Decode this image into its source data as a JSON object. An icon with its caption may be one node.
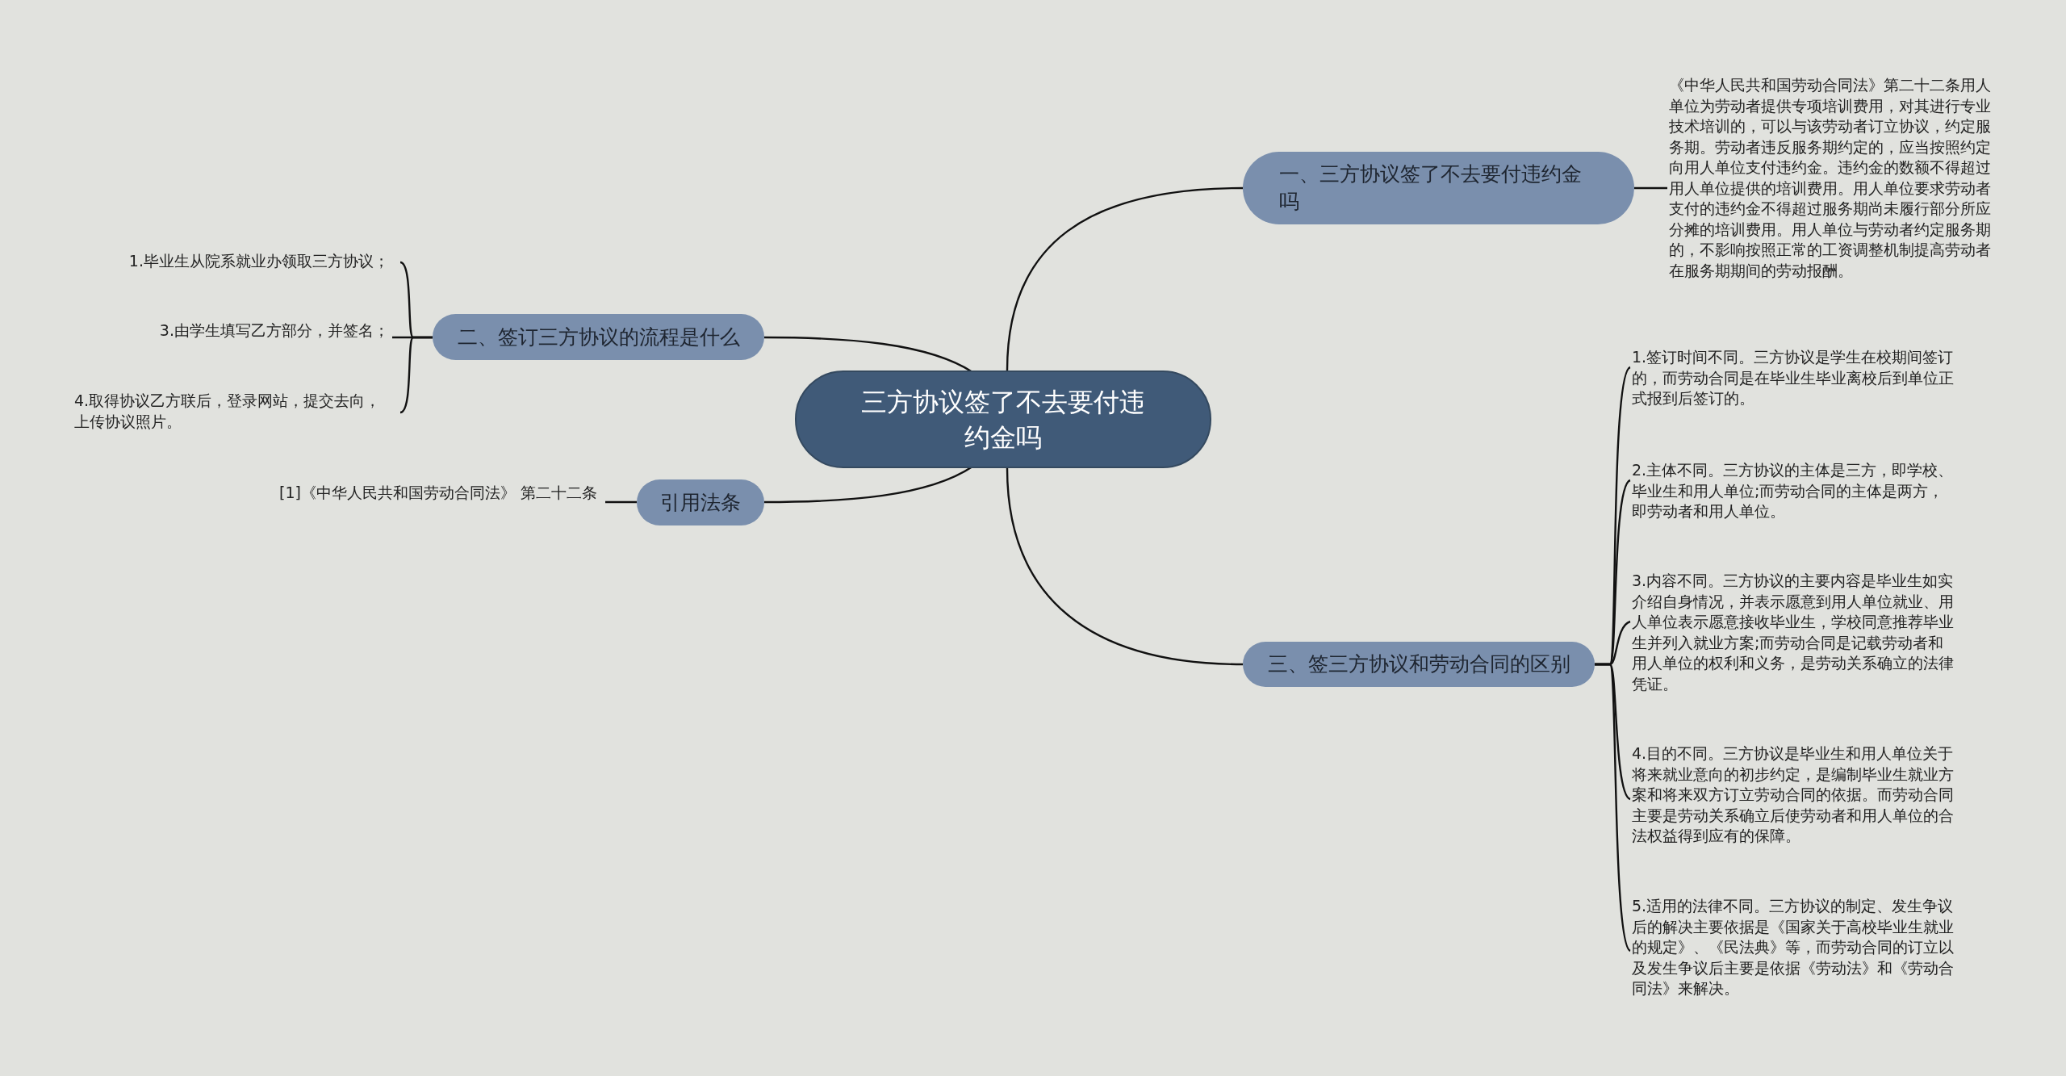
{
  "diagram": {
    "nodes": [
      {
        "text": [
          "三方协议签了不去要付违约金吗"
        ]
      },
      {
        "text": [
          "一、三方协议签了不去要付违约金吗"
        ]
      },
      {
        "text": [
          "《中华人民共和国劳动合同法》第二十二条用人单位为劳动者提供专项培训费用，对其进行专业技术培训的，可以与该劳动者订立协议，约定服务期。劳动者违反服务期约定的，应当按照约定向用人单位支付违约金。违约金的数额不得超过用人单位提供的培训费用。用人单位要求劳动者支付的违约金不得超过服务期尚未履行部分所应分摊的培训费用。用人单位与劳动者约定服务期的，不影响按照正常的工资调整机制提高劳动者在服务期期间的劳动报酬。"
        ]
      },
      {
        "text": [
          "二、签订三方协议的流程是什么"
        ]
      },
      {
        "text": [
          "1.毕业生从院系就业办领取三方协议；"
        ]
      },
      {
        "text": [
          "3.由学生填写乙方部分，并签名；"
        ]
      },
      {
        "text": [
          "4.取得协议乙方联后，登录网站，提交去向，上传协议照片。"
        ]
      },
      {
        "text": [
          "引用法条"
        ]
      },
      {
        "text": [
          "[1]《中华人民共和国劳动合同法》 第二十二条"
        ]
      },
      {
        "text": [
          "三、签三方协议和劳动合同的区别"
        ]
      },
      {
        "text": [
          "1.签订时间不同。三方协议是学生在校期间签订的，而劳动合同是在毕业生毕业离校后到单位正式报到后签订的。"
        ]
      },
      {
        "text": [
          "2.主体不同。三方协议的主体是三方，即学校、毕业生和用人单位;而劳动合同的主体是两方，即劳动者和用人单位。"
        ]
      },
      {
        "text": [
          "3.内容不同。三方协议的主要内容是毕业生如实介绍自身情况，并表示愿意到用人单位就业、用人单位表示愿意接收毕业生，学校同意推荐毕业生并列入就业方案;而劳动合同是记载劳动者和用人单位的权利和义务，是劳动关系确立的法律凭证。"
        ]
      },
      {
        "text": [
          "4.目的不同。三方协议是毕业生和用人单位关于将来就业意向的初步约定，是编制毕业生就业方案和将来双方订立劳动合同的依据。而劳动合同主要是劳动关系确立后使劳动者和用人单位的合法权益得到应有的保障。"
        ]
      },
      {
        "text": [
          "5.适用的法律不同。三方协议的制定、发生争议后的解决主要依据是《国家关于高校毕业生就业的规定》、《民法典》等，而劳动合同的订立以及发生争议后主要是依据《劳动法》和《劳动合同法》来解决。"
        ]
      }
    ],
    "edges": [
      {
        "from": 0,
        "to": 1,
        "arrow": "none"
      },
      {
        "from": 1,
        "to": 2,
        "arrow": "none"
      },
      {
        "from": 0,
        "to": 3,
        "arrow": "none"
      },
      {
        "from": 3,
        "to": 4,
        "arrow": "none"
      },
      {
        "from": 3,
        "to": 5,
        "arrow": "none"
      },
      {
        "from": 3,
        "to": 6,
        "arrow": "none"
      },
      {
        "from": 0,
        "to": 7,
        "arrow": "none"
      },
      {
        "from": 7,
        "to": 8,
        "arrow": "none"
      },
      {
        "from": 0,
        "to": 9,
        "arrow": "none"
      },
      {
        "from": 9,
        "to": 10,
        "arrow": "none"
      },
      {
        "from": 9,
        "to": 11,
        "arrow": "none"
      },
      {
        "from": 9,
        "to": 12,
        "arrow": "none"
      },
      {
        "from": 9,
        "to": 13,
        "arrow": "none"
      },
      {
        "from": 9,
        "to": 14,
        "arrow": "none"
      }
    ]
  }
}
